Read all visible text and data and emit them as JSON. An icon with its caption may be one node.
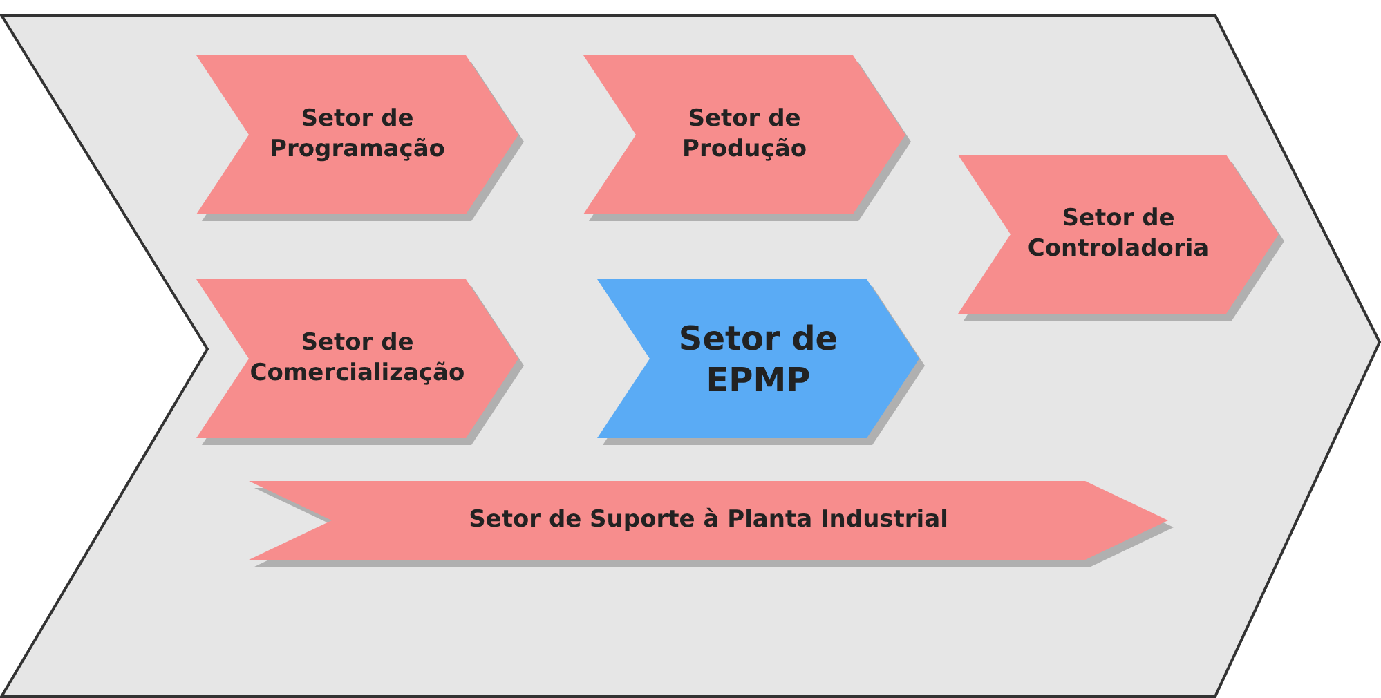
{
  "diagram": {
    "nodes": [
      {
        "text": [],
        "shape": "chevron"
      },
      {
        "text": [
          "Setor de Programação"
        ],
        "in": 0
      },
      {
        "text": [
          "Setor de Produção"
        ],
        "in": 0
      },
      {
        "text": [
          "Setor de Controladoria"
        ],
        "in": 0
      },
      {
        "text": [
          "Setor de Comercialização"
        ],
        "in": 0
      },
      {
        "text": [
          "Setor de EPMP"
        ],
        "in": 0
      },
      {
        "text": [
          "Setor de Suporte à Planta Industrial"
        ],
        "in": 0
      }
    ],
    "edges": []
  }
}
